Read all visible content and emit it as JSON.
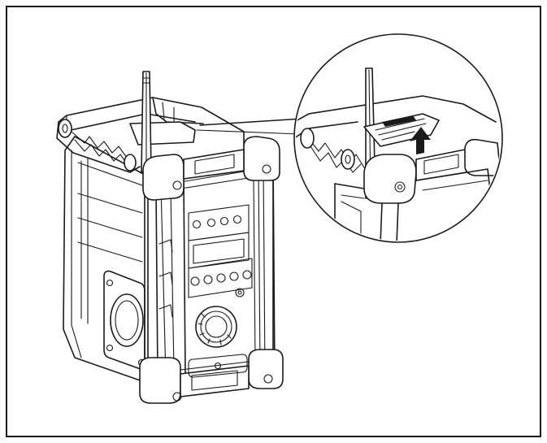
{
  "figure": {
    "type": "technical-line-drawing",
    "subject": "jobsite-radio",
    "background": "#ffffff",
    "ink": "#1a1a1a",
    "inset": "magnified-detail",
    "inset_arrow": "up-arrow-icon"
  }
}
